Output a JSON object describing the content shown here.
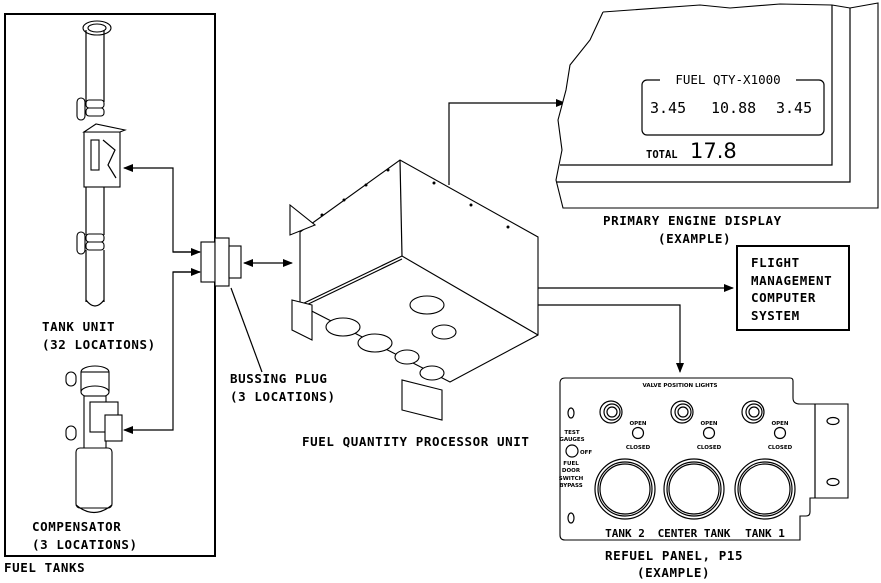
{
  "diagram": {
    "fuel_tanks_group": {
      "label": "FUEL TANKS",
      "tank_unit": {
        "name": "TANK UNIT",
        "count_label": "(32 LOCATIONS)"
      },
      "compensator": {
        "name": "COMPENSATOR",
        "count_label": "(3 LOCATIONS)"
      }
    },
    "bussing_plug": {
      "name": "BUSSING PLUG",
      "count_label": "(3 LOCATIONS)"
    },
    "processor_unit": {
      "name": "FUEL QUANTITY PROCESSOR UNIT"
    },
    "primary_engine_display": {
      "name": "PRIMARY ENGINE DISPLAY",
      "qualifier": "(EXAMPLE)",
      "fuel_qty_header": "FUEL QTY-X1000",
      "left_qty": "3.45",
      "center_qty": "10.88",
      "right_qty": "3.45",
      "total_label": "TOTAL",
      "total_value": "17.8"
    },
    "flight_management": {
      "lines": [
        "FLIGHT",
        "MANAGEMENT",
        "COMPUTER",
        "SYSTEM"
      ]
    },
    "refuel_panel": {
      "name": "REFUEL PANEL, P15",
      "qualifier": "(EXAMPLE)",
      "valve_header": "VALVE POSITION LIGHTS",
      "open_label": "OPEN",
      "closed_label": "CLOSED",
      "test_label_1": "TEST",
      "test_label_2": "GAUGES",
      "off_label": "OFF",
      "bypass_lines": [
        "FUEL",
        "DOOR",
        "SWITCH",
        "BYPASS"
      ],
      "gauges": [
        "TANK 2",
        "CENTER TANK",
        "TANK 1"
      ]
    }
  }
}
